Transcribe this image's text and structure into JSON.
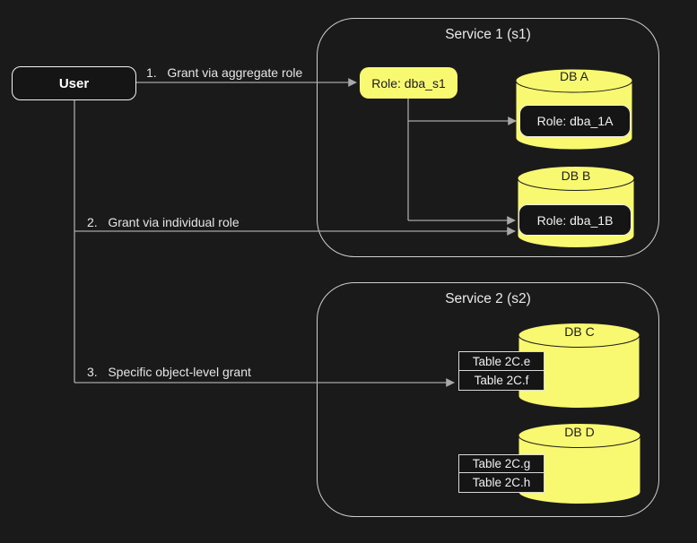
{
  "colors": {
    "background": "#1a1a1a",
    "accent_yellow": "#f9f871",
    "line": "#a8a8a8",
    "dark_fill": "#151515",
    "text_light": "#ececec",
    "text_dark": "#1b1b1b"
  },
  "user_node": {
    "label": "User"
  },
  "edge_labels": [
    {
      "label": "1.   Grant via aggregate role"
    },
    {
      "label": "2.   Grant via individual role"
    },
    {
      "label": "3.   Specific object-level grant"
    }
  ],
  "service1": {
    "title": "Service 1 (s1)",
    "aggregate_role": {
      "label": "Role: dba_s1"
    },
    "databases": [
      {
        "name": "DB A",
        "role": "Role: dba_1A"
      },
      {
        "name": "DB B",
        "role": "Role: dba_1B"
      }
    ]
  },
  "service2": {
    "title": "Service 2 (s2)",
    "databases": [
      {
        "name": "DB C",
        "tables": [
          "Table 2C.e",
          "Table 2C.f"
        ]
      },
      {
        "name": "DB D",
        "tables": [
          "Table 2C.g",
          "Table 2C.h"
        ]
      }
    ]
  }
}
